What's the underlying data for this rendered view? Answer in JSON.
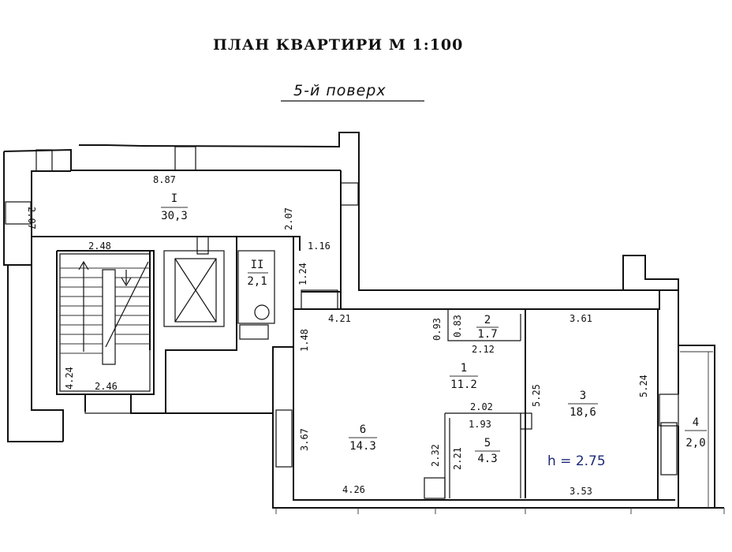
{
  "title": "ПЛАН КВАРТИРИ М   1:100",
  "floor_label": "5-й поверх",
  "rooms": [
    {
      "id": "I",
      "area": "30,3"
    },
    {
      "id": "II",
      "area": "2,1"
    },
    {
      "id": "1",
      "area": "11.2"
    },
    {
      "id": "2",
      "area": "1.7"
    },
    {
      "id": "3",
      "area": "18,6"
    },
    {
      "id": "4",
      "area": "2,0"
    },
    {
      "id": "5",
      "area": "4.3"
    },
    {
      "id": "6",
      "area": "14.3"
    }
  ],
  "room_II_label": "II",
  "room_I_label": "I",
  "dimensions": {
    "d887": "8.87",
    "d207a": "2.07",
    "d207b": "2.07",
    "d248": "2.48",
    "d116": "1.16",
    "d124": "1.24",
    "d424": "4.24",
    "d246": "2.46",
    "d421": "4.21",
    "d148": "1.48",
    "d093": "0.93",
    "d083": "0.83",
    "d212": "2.12",
    "d361": "3.61",
    "d525": "5.25",
    "d524": "5.24",
    "d202": "2.02",
    "d193": "1.93",
    "d367": "3.67",
    "d232": "2.32",
    "d221": "2.21",
    "d426": "4.26",
    "d353": "3.53"
  },
  "height_label": "h = 2.75"
}
